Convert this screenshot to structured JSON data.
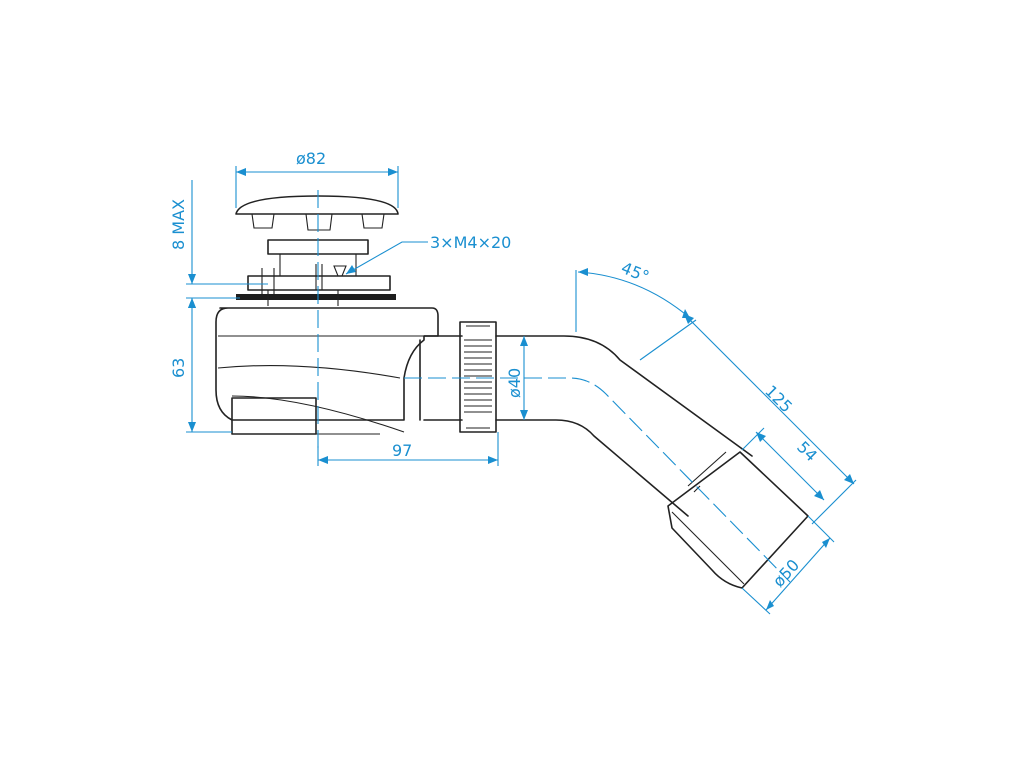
{
  "dimensions": {
    "cap_diameter": "ø82",
    "screws": "3×M4×20",
    "max_height": "8 MAX",
    "body_height": "63",
    "horizontal_offset": "97",
    "outlet_diameter": "ø40",
    "angle": "45°",
    "pipe_length": "125",
    "sleeve_length": "54",
    "sleeve_diameter": "ø50"
  },
  "colors": {
    "line": "#222222",
    "dimension": "#1a8fd0",
    "background": "#ffffff"
  }
}
